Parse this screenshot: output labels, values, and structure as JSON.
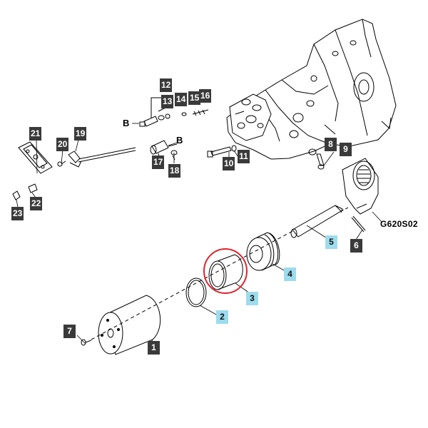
{
  "diagram": {
    "drawing_code": "G620S02",
    "connection_marker": "B",
    "highlight_color": "#e0242c",
    "callout_color_default": "#3a3a3a",
    "callout_color_highlight": "#9ddcec",
    "callouts": [
      {
        "id": "1",
        "label": "1",
        "highlighted": false
      },
      {
        "id": "2",
        "label": "2",
        "highlighted": true
      },
      {
        "id": "3",
        "label": "3",
        "highlighted": true
      },
      {
        "id": "4",
        "label": "4",
        "highlighted": true
      },
      {
        "id": "5",
        "label": "5",
        "highlighted": true
      },
      {
        "id": "6",
        "label": "6",
        "highlighted": false
      },
      {
        "id": "7",
        "label": "7",
        "highlighted": false
      },
      {
        "id": "8",
        "label": "8",
        "highlighted": false
      },
      {
        "id": "9",
        "label": "9",
        "highlighted": false
      },
      {
        "id": "10",
        "label": "10",
        "highlighted": false
      },
      {
        "id": "11",
        "label": "11",
        "highlighted": false
      },
      {
        "id": "12",
        "label": "12",
        "highlighted": false
      },
      {
        "id": "13",
        "label": "13",
        "highlighted": false
      },
      {
        "id": "14",
        "label": "14",
        "highlighted": false
      },
      {
        "id": "15",
        "label": "15",
        "highlighted": false
      },
      {
        "id": "16",
        "label": "16",
        "highlighted": false
      },
      {
        "id": "17",
        "label": "17",
        "highlighted": false
      },
      {
        "id": "18",
        "label": "18",
        "highlighted": false
      },
      {
        "id": "19",
        "label": "19",
        "highlighted": false
      },
      {
        "id": "20",
        "label": "20",
        "highlighted": false
      },
      {
        "id": "21",
        "label": "21",
        "highlighted": false
      },
      {
        "id": "22",
        "label": "22",
        "highlighted": false
      },
      {
        "id": "23",
        "label": "23",
        "highlighted": false
      }
    ]
  }
}
